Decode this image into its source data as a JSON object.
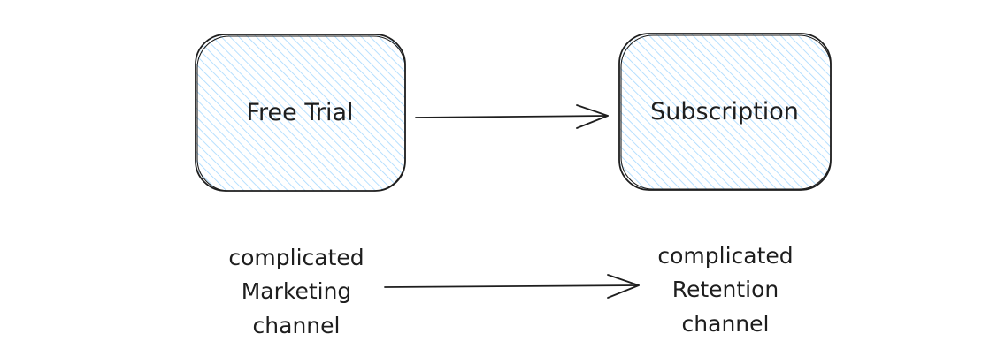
{
  "nodes": {
    "free_trial": {
      "label": "Free Trial"
    },
    "subscription": {
      "label": "Subscription"
    }
  },
  "captions": {
    "marketing": {
      "lines": [
        "complicated",
        "Marketing",
        "channel"
      ]
    },
    "retention": {
      "lines": [
        "complicated",
        "Retention",
        "channel"
      ]
    }
  },
  "colors": {
    "stroke": "#1e1e1e",
    "hatch": "#a5d8ff",
    "background": "#ffffff"
  }
}
